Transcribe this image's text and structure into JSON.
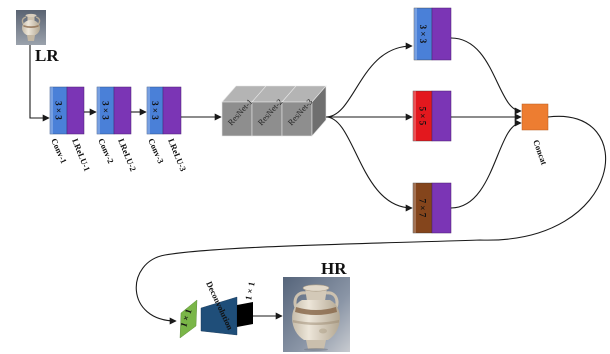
{
  "figure": {
    "lr_label": "LR",
    "hr_label": "HR"
  },
  "feature_extraction": [
    {
      "kernel": "3 × 3",
      "conv": "Conv-1",
      "activation": "LReLU-1"
    },
    {
      "kernel": "3 × 3",
      "conv": "Conv-2",
      "activation": "LReLU-2"
    },
    {
      "kernel": "3 × 3",
      "conv": "Conv-3",
      "activation": "LReLU-3"
    }
  ],
  "residual_blocks": [
    "ResNet-1",
    "ResNet-2",
    "ResNet-3"
  ],
  "multiscale_branches": [
    {
      "kernel": "3 × 3",
      "color": "#4a80d8"
    },
    {
      "kernel": "5 × 5",
      "color": "#e3181e"
    },
    {
      "kernel": "7 × 7",
      "color": "#84451c"
    }
  ],
  "concat": {
    "label": "Concat",
    "color": "#ed7d31"
  },
  "upsampling": {
    "pre_kernel": "1 × 1",
    "deconv": "Deconvolution",
    "post_kernel": "1 × 1"
  },
  "colors": {
    "conv": "#4a80d8",
    "activation": "#7b35b5",
    "resnet_front": "#8e8e8e",
    "resnet_top": "#b4b4b4",
    "resnet_side": "#6f6f6f",
    "pre_conv": "#7ab648",
    "deconv": "#1f4e79",
    "post_conv": "#000000",
    "arrows": "#1a1a1a"
  }
}
